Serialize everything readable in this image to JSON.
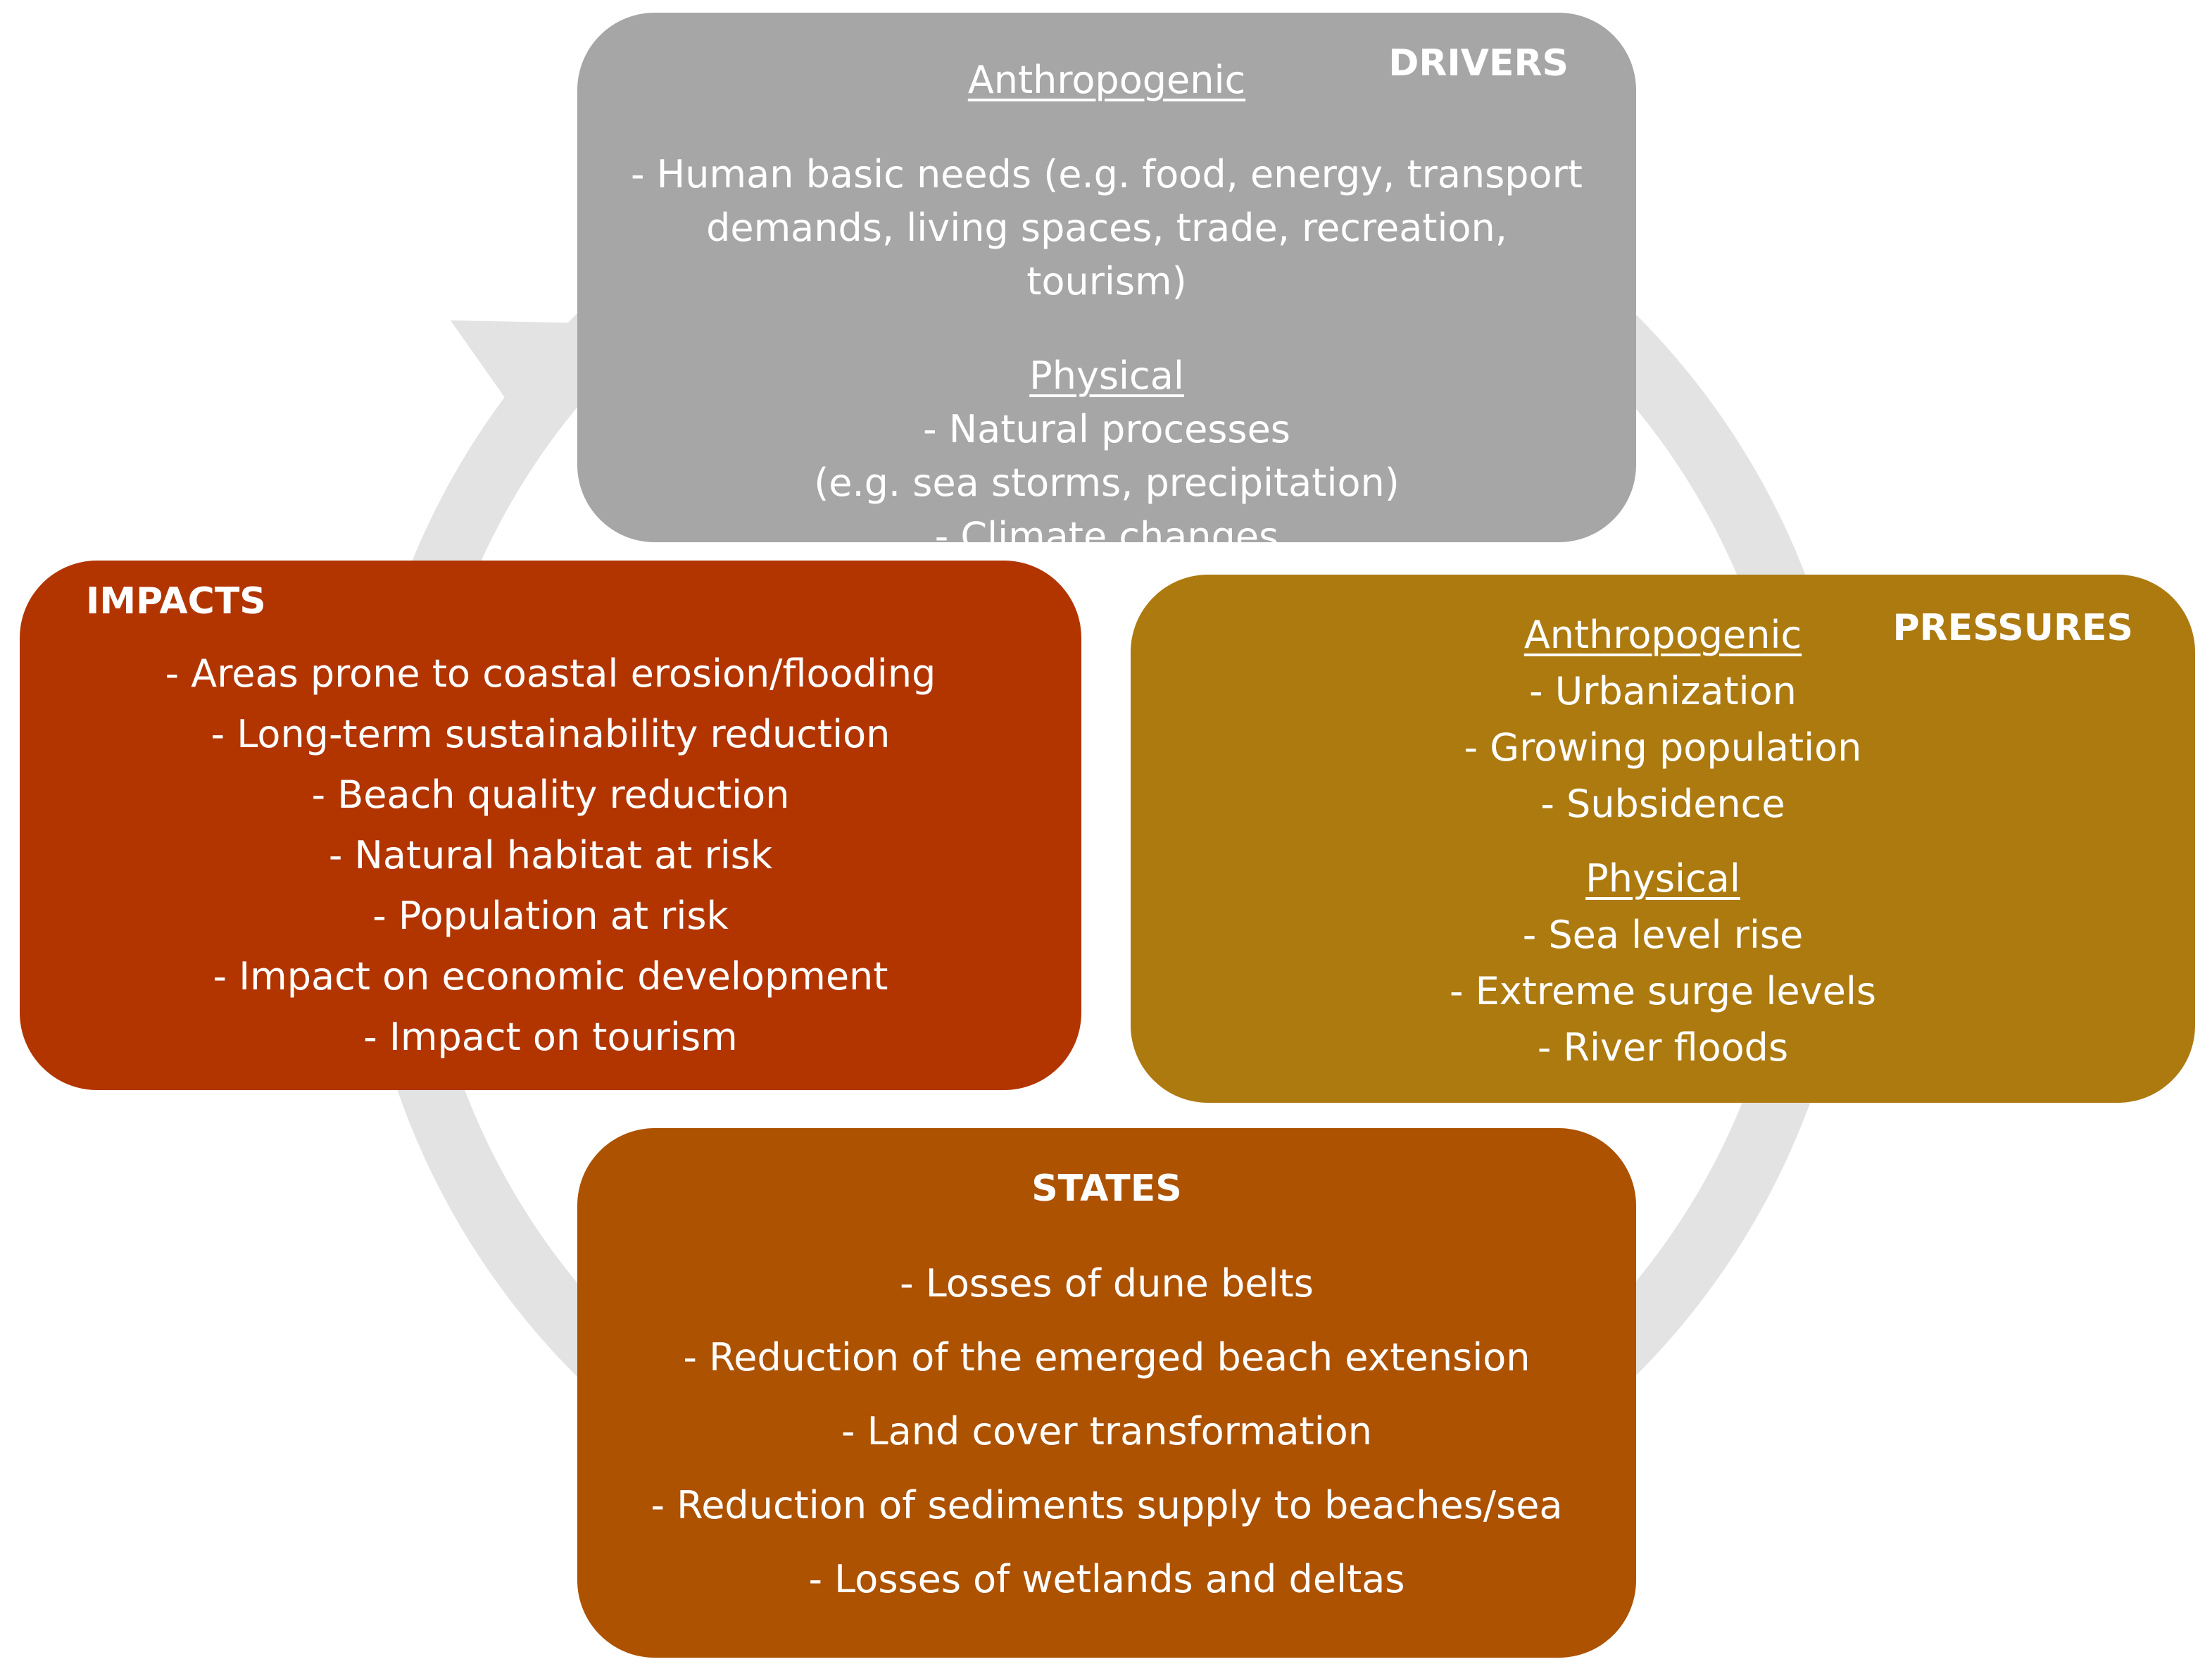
{
  "drivers": {
    "title": "DRIVERS",
    "anthropogenic_heading": "Anthropogenic",
    "anthropogenic_lines": [
      "- Human basic needs (e.g. food, energy, transport",
      "demands, living spaces, trade, recreation,",
      "tourism)"
    ],
    "physical_heading": "Physical",
    "physical_lines": [
      "- Natural processes",
      "(e.g. sea storms, precipitation)",
      "- Climate changes"
    ]
  },
  "pressures": {
    "title": "PRESSURES",
    "anthropogenic_heading": "Anthropogenic",
    "anthropogenic_lines": [
      "- Urbanization",
      "- Growing population",
      "- Subsidence"
    ],
    "physical_heading": "Physical",
    "physical_lines": [
      "- Sea level rise",
      "- Extreme surge levels",
      "- River floods"
    ]
  },
  "states": {
    "title": "STATES",
    "lines": [
      "- Losses of dune belts",
      "- Reduction of the emerged beach extension",
      "- Land cover transformation",
      "- Reduction of sediments supply to beaches/sea",
      "- Losses of wetlands and deltas"
    ]
  },
  "impacts": {
    "title": "IMPACTS",
    "lines": [
      "- Areas prone to coastal erosion/flooding",
      "- Long-term sustainability reduction",
      "- Beach quality reduction",
      "- Natural habitat at risk",
      "- Population at risk",
      "- Impact on economic development",
      "- Impact on tourism"
    ]
  },
  "colors": {
    "drivers": "#a6a6a6",
    "pressures": "#ad7a10",
    "states": "#ad5200",
    "impacts": "#b23500",
    "cycle_arrow": "#e3e3e3"
  }
}
